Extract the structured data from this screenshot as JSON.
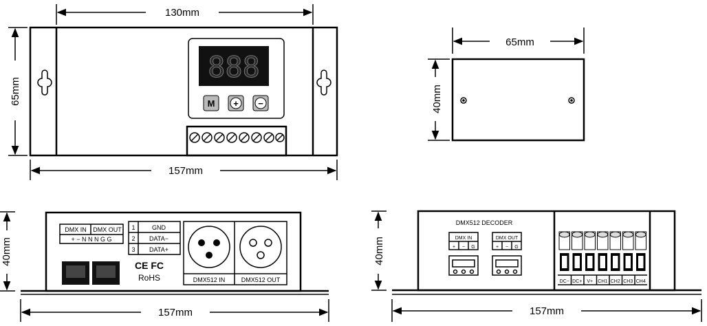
{
  "dimensions": {
    "top_width": "130mm",
    "top_full": "157mm",
    "top_height": "65mm",
    "side_width": "65mm",
    "side_height": "40mm",
    "front_height": "40mm",
    "front_width": "157mm",
    "back_height": "40mm",
    "back_width": "157mm"
  },
  "display": {
    "digits": "888",
    "buttons": [
      "M",
      "+",
      "−"
    ]
  },
  "front": {
    "dmx_in": "DMX  IN",
    "dmx_out": "DMX  OUT",
    "pins_row": "+ − N N N G G",
    "pin_table": [
      {
        "num": "1",
        "name": "GND"
      },
      {
        "num": "2",
        "name": "DATA−"
      },
      {
        "num": "3",
        "name": "DATA+"
      }
    ],
    "cert": "CE FC",
    "rohs": "RoHS",
    "xlr_in": "DMX512  IN",
    "xlr_out": "DMX512  OUT"
  },
  "back": {
    "title": "DMX512  DECODER",
    "dmx_in": "DMX  IN",
    "dmx_out": "DMX  OUT",
    "in_pins": [
      "+",
      "−",
      "G"
    ],
    "out_pins": [
      "+",
      "−",
      "G"
    ],
    "channels": [
      "DC−",
      "DC+",
      "V+",
      "CH1",
      "CH2",
      "CH3",
      "CH4"
    ]
  }
}
